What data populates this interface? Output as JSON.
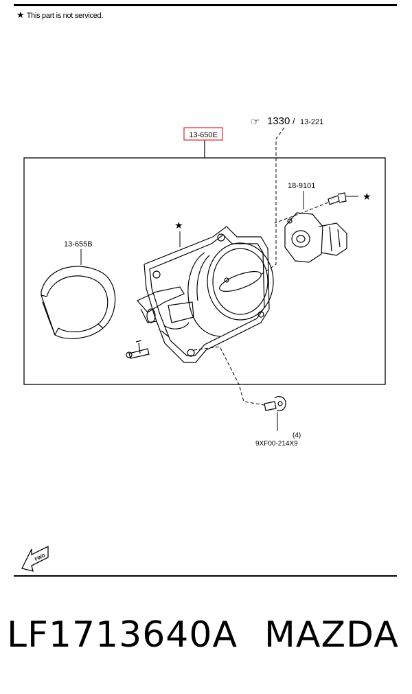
{
  "header": {
    "note_symbol": "★",
    "note_text": "This part is not serviced."
  },
  "diagram": {
    "assembly_ref": "13-650E",
    "ref_symbol": "☞",
    "ref_main": "1330",
    "ref_sep": "/",
    "ref_secondary": "13-221",
    "gasket_label": "13-655B",
    "sensor_label": "18-9101",
    "star": "★",
    "bolt_qty": "(4)",
    "bolt_part": "9XF00-214X9",
    "fwd_label": "FWD"
  },
  "caption": {
    "part_number": "LF1713640A",
    "brand": "MAZDA"
  },
  "colors": {
    "highlight_border": "#e0333f",
    "ink": "#000000"
  }
}
